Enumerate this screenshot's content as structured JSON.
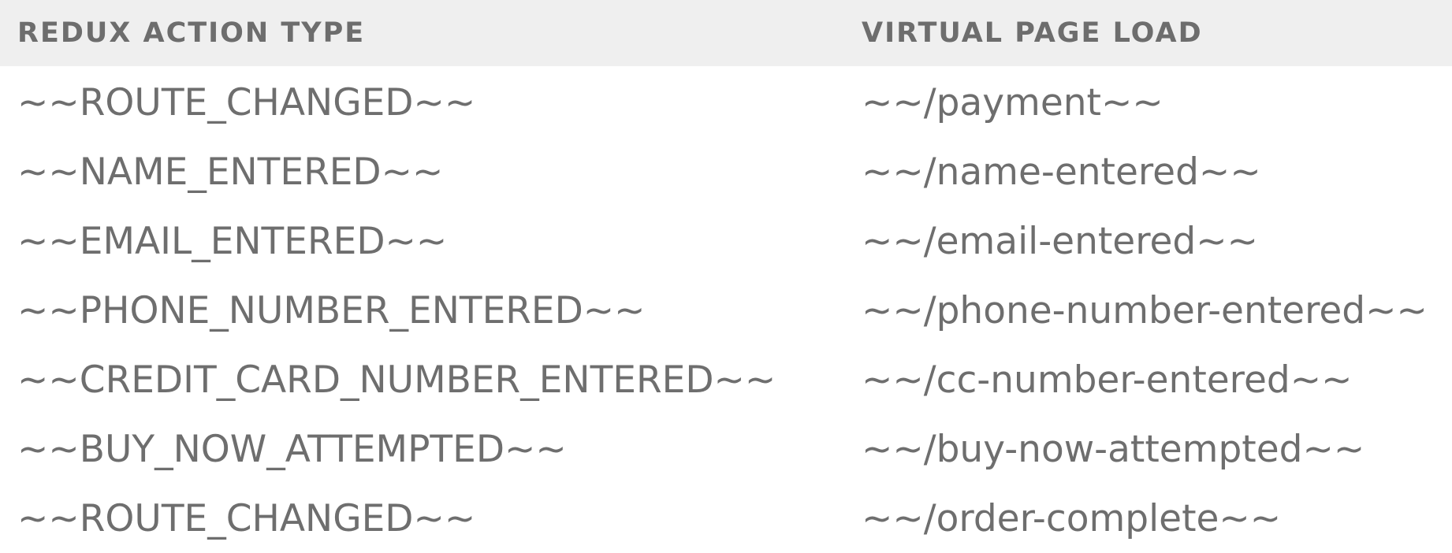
{
  "table": {
    "headers": [
      "REDUX ACTION TYPE",
      "VIRTUAL PAGE LOAD"
    ],
    "rows": [
      [
        "~~ROUTE_CHANGED~~",
        "~~/payment~~"
      ],
      [
        "~~NAME_ENTERED~~",
        "~~/name-entered~~"
      ],
      [
        "~~EMAIL_ENTERED~~",
        "~~/email-entered~~"
      ],
      [
        "~~PHONE_NUMBER_ENTERED~~",
        "~~/phone-number-entered~~"
      ],
      [
        "~~CREDIT_CARD_NUMBER_ENTERED~~",
        "~~/cc-number-entered~~"
      ],
      [
        "~~BUY_NOW_ATTEMPTED~~",
        "~~/buy-now-attempted~~"
      ],
      [
        "~~ROUTE_CHANGED~~",
        "~~/order-complete~~"
      ]
    ]
  },
  "colors": {
    "header_background": "#efefef",
    "text": "#6e6e6e",
    "background": "#ffffff"
  }
}
